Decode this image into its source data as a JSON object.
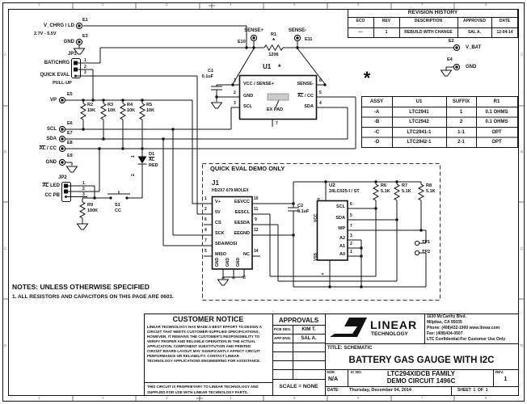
{
  "zones": {
    "top": [
      "1",
      "2",
      "3",
      "4",
      "5",
      "6",
      "7",
      "8"
    ],
    "left": [
      "A",
      "B",
      "C",
      "D"
    ]
  },
  "revision": {
    "title": "REVISION HISTORY",
    "headers": [
      "ECO",
      "REV",
      "DESCRIPTION",
      "APPROVED",
      "DATE"
    ],
    "row": [
      "—",
      "1",
      "REBUILD WITH CHANGE",
      "SAL A.",
      "12-04-14"
    ]
  },
  "star": "*",
  "assy": {
    "headers": [
      "ASSY",
      "U1",
      "SUFFIX",
      "R1"
    ],
    "rows": [
      [
        "-A",
        "LTC2941",
        "1",
        "0.1 OHMS"
      ],
      [
        "-B",
        "LTC2942",
        "2",
        "0.1 OHMS"
      ],
      [
        "-C",
        "LTC2941-1",
        "1-1",
        "OPT"
      ],
      [
        "-D",
        "LTC2942-1",
        "2-1",
        "OPT"
      ]
    ]
  },
  "turrets": {
    "e1": {
      "n": "E1",
      "label": "V_CHRG / LD",
      "range": "2.7V - 5.5V"
    },
    "e2": {
      "n": "E2",
      "label": "V_BAT"
    },
    "e3": {
      "n": "E3",
      "label": "GND"
    },
    "e4": {
      "n": "E4",
      "label": "GND"
    },
    "e5": {
      "n": "E5",
      "label": "VP"
    },
    "e6": {
      "n": "E6",
      "label": "SCL"
    },
    "e7": {
      "n": "E7",
      "label": "SDA"
    },
    "e8": {
      "n": "E8",
      "pre": "AL",
      "post": " / CC"
    },
    "e9": {
      "n": "E9",
      "label": "GND"
    },
    "e10": {
      "n": "E10",
      "label": "SENSE+"
    },
    "e11": {
      "n": "E11",
      "label": "SENSE-"
    }
  },
  "jp1": {
    "ref": "JP1",
    "pins": [
      "1",
      "2",
      "3"
    ],
    "opt1": "BAT/CHRG",
    "opt2": "QUICK EVAL",
    "note": "PULL-UP"
  },
  "jp2": {
    "ref": "JP2",
    "pins": [
      "1",
      "2",
      "3"
    ],
    "opt1_pre": "AL",
    "opt1_post": " LED",
    "opt2": "CC PB"
  },
  "resistors": {
    "r1": {
      "ref": "R1",
      "star": "*",
      "pkg": "1206"
    },
    "r2": {
      "ref": "R2",
      "val": "10K"
    },
    "r3": {
      "ref": "R3",
      "val": "10K"
    },
    "r4": {
      "ref": "R4",
      "val": "10K"
    },
    "r5": {
      "ref": "R5",
      "val": "10K"
    },
    "r6": {
      "ref": "R6",
      "val": "5.1K"
    },
    "r7": {
      "ref": "R7",
      "val": "5.1K"
    },
    "r8": {
      "ref": "R8",
      "val": "5.1K"
    },
    "r9": {
      "ref": "R9",
      "val": "100K"
    }
  },
  "caps": {
    "c1": {
      "ref": "C1",
      "val": "0.1uF"
    },
    "c2": {
      "ref": "C2",
      "val": "0.1uF"
    }
  },
  "d1": {
    "ref": "D1",
    "al": "AL",
    "color": "RED",
    "pins": [
      "1",
      "2"
    ]
  },
  "s1": {
    "ref": "S1",
    "label": "CC"
  },
  "u1": {
    "ref": "U1",
    "star": "*",
    "expad": "EX PAD",
    "pad_pin": "7",
    "left": [
      {
        "n": "1",
        "l": "VCC / SENSE+"
      },
      {
        "n": "2",
        "l": "GND"
      },
      {
        "n": "3",
        "l": "SCL"
      }
    ],
    "right": [
      {
        "n": "6",
        "l": "SENSE-"
      },
      {
        "n": "5",
        "pre": "AL",
        "post": " / CC"
      },
      {
        "n": "4",
        "l": "SDA"
      }
    ]
  },
  "u2": {
    "ref": "U2",
    "part": "24LC025-I / ST",
    "vcc": {
      "n": "8",
      "l": "VCC"
    },
    "vss": {
      "n": "4",
      "l": "VSS"
    },
    "right": [
      {
        "n": "6",
        "l": "SCL"
      },
      {
        "n": "5",
        "l": "SDA"
      },
      {
        "n": "7",
        "l": "WP"
      },
      {
        "n": "3",
        "l": "A2"
      },
      {
        "n": "2",
        "l": "A1"
      },
      {
        "n": "1",
        "l": "A0"
      }
    ]
  },
  "j1": {
    "ref": "J1",
    "part": "HD2X7-079-MOLEX",
    "left": [
      {
        "n": "1",
        "l": "V+"
      },
      {
        "n": "2",
        "l": "5V"
      },
      {
        "n": "6",
        "l": "CS"
      },
      {
        "n": "4",
        "l": "SCK"
      },
      {
        "n": "7",
        "l": "SDA/MOSI"
      },
      {
        "n": "5",
        "l": "MISO"
      }
    ],
    "right": [
      {
        "n": "10",
        "l": "EEVCC"
      },
      {
        "n": "11",
        "l": "EESCL"
      },
      {
        "n": "9",
        "l": "EESDA"
      },
      {
        "n": "12",
        "l": "EEGND"
      },
      {
        "n": "14",
        "l": "NC"
      }
    ],
    "gnd": {
      "label": "GND",
      "pins": [
        "3",
        "8",
        "13"
      ]
    }
  },
  "tp": {
    "tp1": "TP1",
    "tp2": "TP2"
  },
  "quick_eval": "QUICK EVAL DEMO ONLY",
  "notes": {
    "title": "NOTES: UNLESS OTHERWISE SPECIFIED",
    "n1": "1.  ALL RESISTORS AND CAPACITORS ON THIS PAGE ARE 0603."
  },
  "customer_notice": {
    "title": "CUSTOMER NOTICE",
    "body": [
      "LINEAR TECHNOLOGY HAS MADE A BEST EFFORT TO DESIGN A",
      "CIRCUIT THAT MEETS CUSTOMER-SUPPLIED SPECIFICATIONS;",
      "HOWEVER, IT REMAINS THE CUSTOMER'S RESPONSIBILITY TO",
      "VERIFY PROPER AND RELIABLE OPERATION IN THE ACTUAL",
      "APPLICATION.  COMPONENT SUBSTITUTION AND PRINTED",
      "CIRCUIT BOARD LAYOUT MAY SIGNIFICANTLY AFFECT CIRCUIT",
      "PERFORMANCE OR RELIABILITY.  CONTACT LINEAR",
      "TECHNOLOGY APPLICATIONS ENGINEERING FOR ASSISTANCE."
    ],
    "footer": [
      "THIS CIRCUIT IS PROPRIETARY TO LINEAR TECHNOLOGY AND",
      "SUPPLIED FOR USE WITH LINEAR TECHNOLOGY PARTS."
    ]
  },
  "approvals": {
    "title": "APPROVALS",
    "rows": [
      {
        "role": "PCB DES.",
        "name": "KIM T."
      },
      {
        "role": "APP ENG.",
        "name": "SAL A."
      }
    ],
    "scale": "SCALE = NONE"
  },
  "company": {
    "logo1": "LINEAR",
    "logo2": "TECHNOLOGY",
    "address": [
      "1630 McCarthy Blvd.",
      "Milpitas, CA 95035",
      "Phone: (408)432-1900  www.linear.com",
      "Fax: (408)434-0507",
      "LTC Confidential-For Customer Use Only"
    ]
  },
  "titleblock": {
    "title_label": "TITLE: SCHEMATIC",
    "main_title": "BATTERY GAS GAUGE WITH I2C",
    "size_label": "SIZE",
    "size": "N/A",
    "icno_label": "IC NO.",
    "family": "LTC294XIDCB FAMILY",
    "circuit": "DEMO CIRCUIT 1496C",
    "rev_label": "REV.",
    "rev": "1",
    "date_label": "DATE:",
    "date": "Thursday, December 04, 2014",
    "sheet": {
      "label": "SHEET",
      "num": "1",
      "of": "OF",
      "total": "1"
    }
  }
}
